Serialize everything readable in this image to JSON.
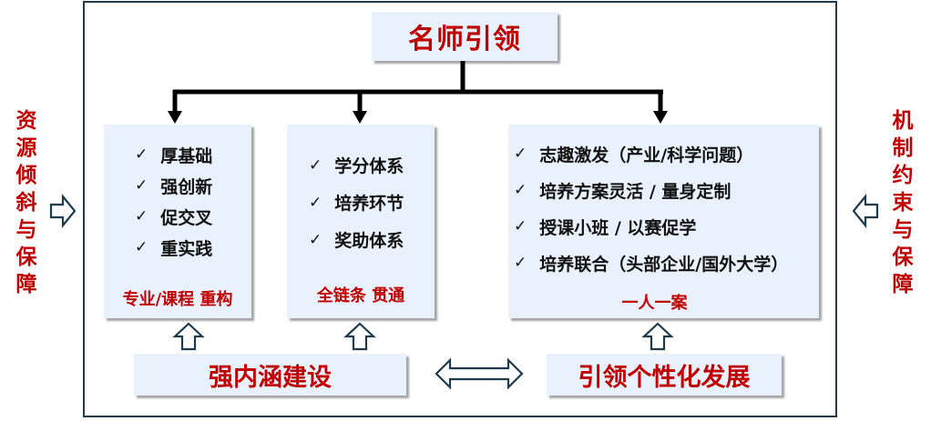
{
  "title": "名师引领",
  "left_side": {
    "label": "资源倾斜与保障",
    "chars": [
      "资",
      "源",
      "倾",
      "斜",
      "与",
      "保",
      "障"
    ]
  },
  "right_side": {
    "label": "机制约束与保障",
    "chars": [
      "机",
      "制",
      "约",
      "束",
      "与",
      "保",
      "障"
    ]
  },
  "columns": [
    {
      "items": [
        "厚基础",
        "强创新",
        "促交叉",
        "重实践"
      ],
      "footer": "专业/课程 重构"
    },
    {
      "items": [
        "学分体系",
        "培养环节",
        "奖助体系"
      ],
      "footer": "全链条 贯通"
    },
    {
      "items": [
        "志趣激发（产业/科学问题）",
        "培养方案灵活 / 量身定制",
        "授课小班 / 以赛促学",
        "培养联合（头部企业/国外大学）"
      ],
      "footer": "一人一案"
    }
  ],
  "bottom": {
    "left": "强内涵建设",
    "right": "引领个性化发展"
  },
  "check_glyph": "✓",
  "colors": {
    "accent_red": "#c00000",
    "box_fill": "#e9f2fc",
    "frame": "#1f3a4d",
    "arrow_outline": "#1f3a4d"
  }
}
